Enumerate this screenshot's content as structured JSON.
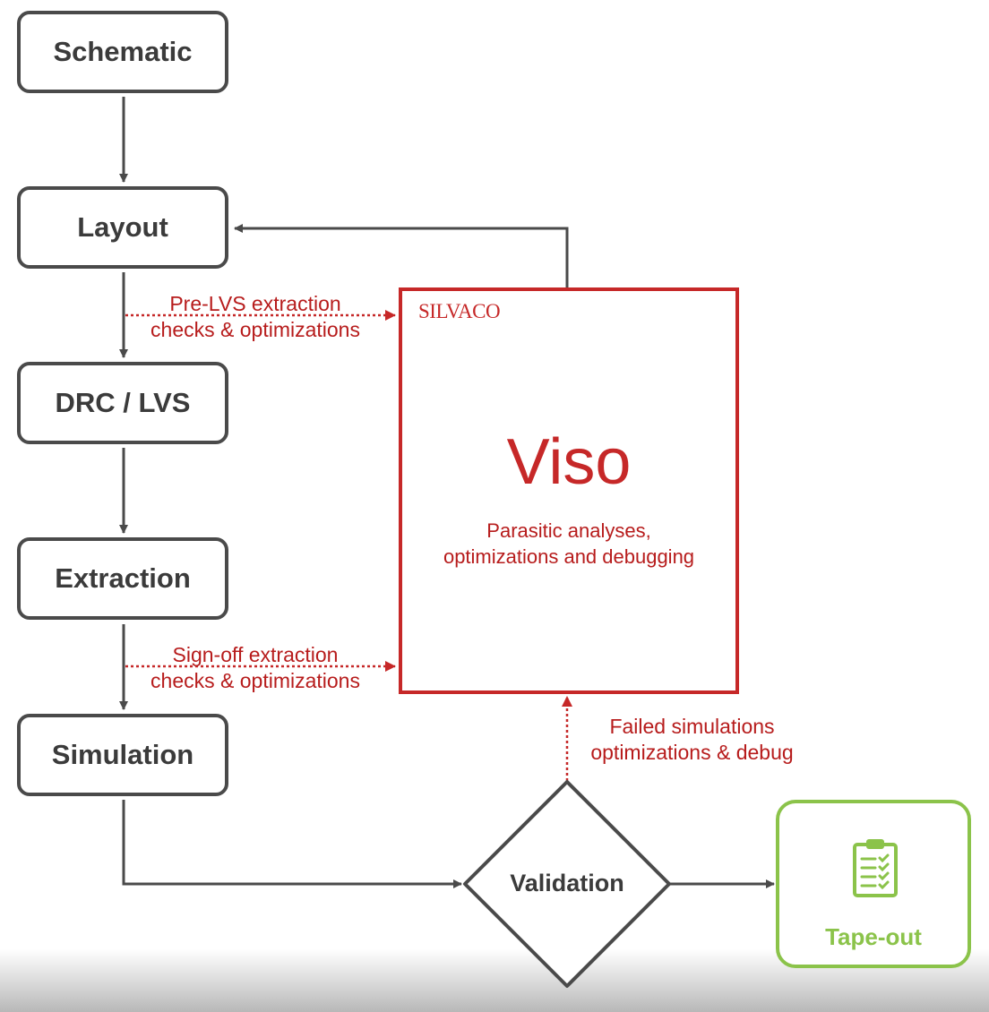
{
  "steps": {
    "schematic": "Schematic",
    "layout": "Layout",
    "drc_lvs": "DRC / LVS",
    "extraction": "Extraction",
    "simulation": "Simulation"
  },
  "annotations": {
    "pre_lvs_line1": "Pre-LVS extraction",
    "pre_lvs_line2": "checks & optimizations",
    "signoff_line1": "Sign-off extraction",
    "signoff_line2": "checks & optimizations",
    "failed_line1": "Failed simulations",
    "failed_line2": "optimizations & debug"
  },
  "viso": {
    "brand": "SILVACO",
    "title": "Viso",
    "desc_line1": "Parasitic analyses,",
    "desc_line2": "optimizations and debugging"
  },
  "validation": {
    "label": "Validation"
  },
  "tapeout": {
    "label": "Tape-out",
    "icon": "clipboard-checklist-icon"
  },
  "colors": {
    "flow_gray": "#4a4a4a",
    "silvaco_red": "#c62828",
    "tapeout_green": "#8bc34a"
  }
}
